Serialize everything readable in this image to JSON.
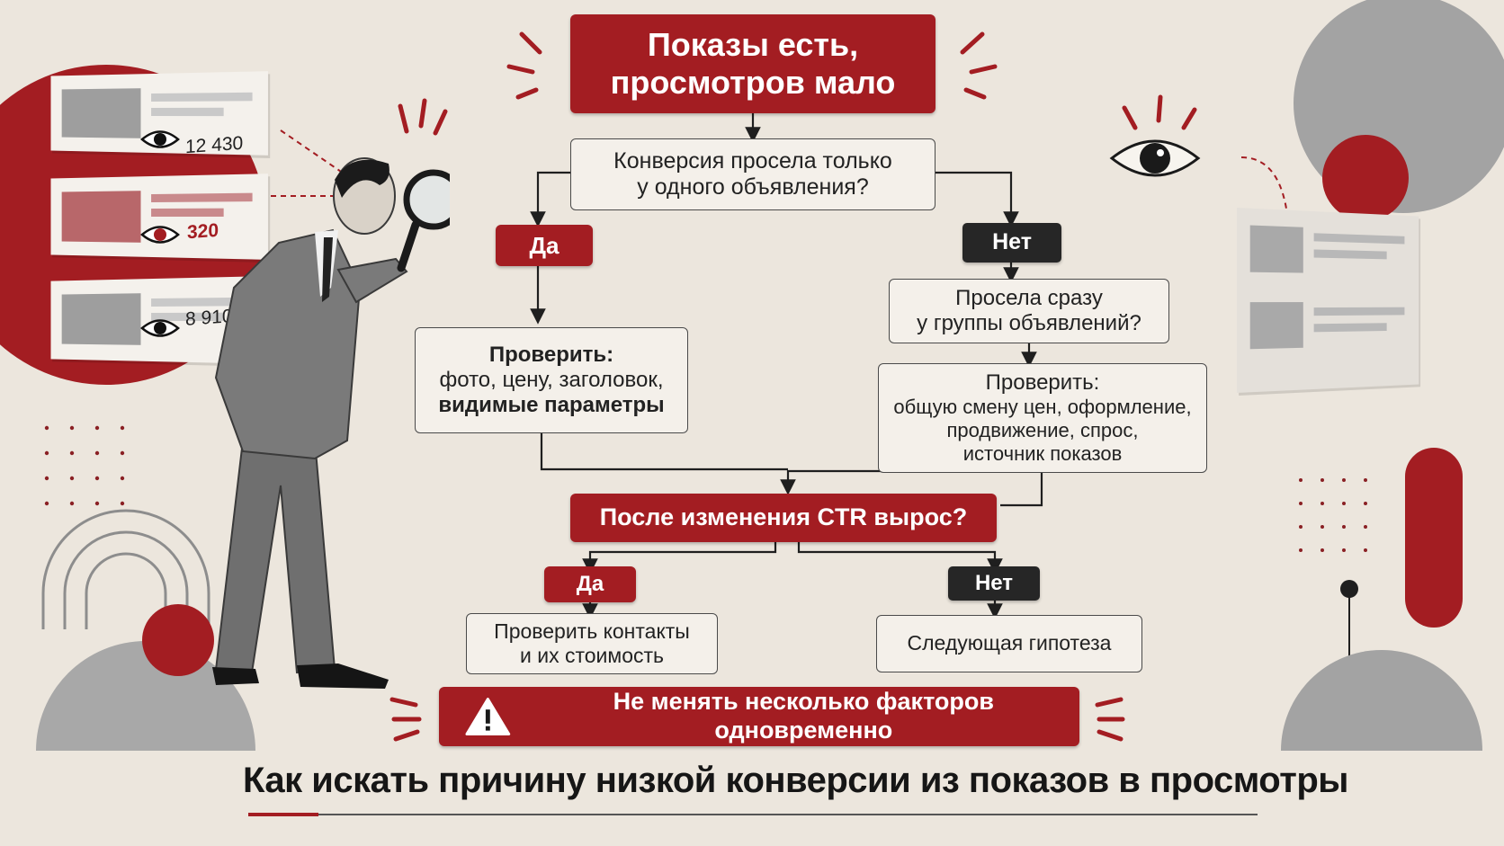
{
  "flow": {
    "start": {
      "line1": "Показы есть,",
      "line2": "просмотров мало"
    },
    "question1": {
      "line1": "Конверсия просела только",
      "line2": "у одного объявления?"
    },
    "yes1": "Да",
    "no1": "Нет",
    "check_single": {
      "heading": "Проверить:",
      "line1": "фото, цену, заголовок,",
      "line2": "видимые параметры"
    },
    "question2": {
      "line1": "Просела сразу",
      "line2": "у группы объявлений?"
    },
    "check_group": {
      "heading": "Проверить:",
      "line1": "общую смену цен, оформление,",
      "line2": "продвижение, спрос,",
      "line3": "источник показов"
    },
    "question3": "После изменения CTR вырос?",
    "yes2": "Да",
    "no2": "Нет",
    "check_contacts": {
      "line1": "Проверить контакты",
      "line2": "и их стоимость"
    },
    "next_hypothesis": "Следующая гипотеза",
    "warning": "Не менять несколько факторов одновременно"
  },
  "ad_cards": [
    {
      "count": "12 430"
    },
    {
      "count": "320"
    },
    {
      "count": "8 910"
    }
  ],
  "title": "Как искать причину низкой конверсии из показов в просмотры",
  "icons": {
    "eye": "eye-icon",
    "warning": "warning-icon",
    "magnifier": "magnifier-icon"
  },
  "colors": {
    "accent": "#a31d22",
    "dark": "#262626",
    "background": "#ece6dd",
    "gray": "#9e9e9e"
  }
}
